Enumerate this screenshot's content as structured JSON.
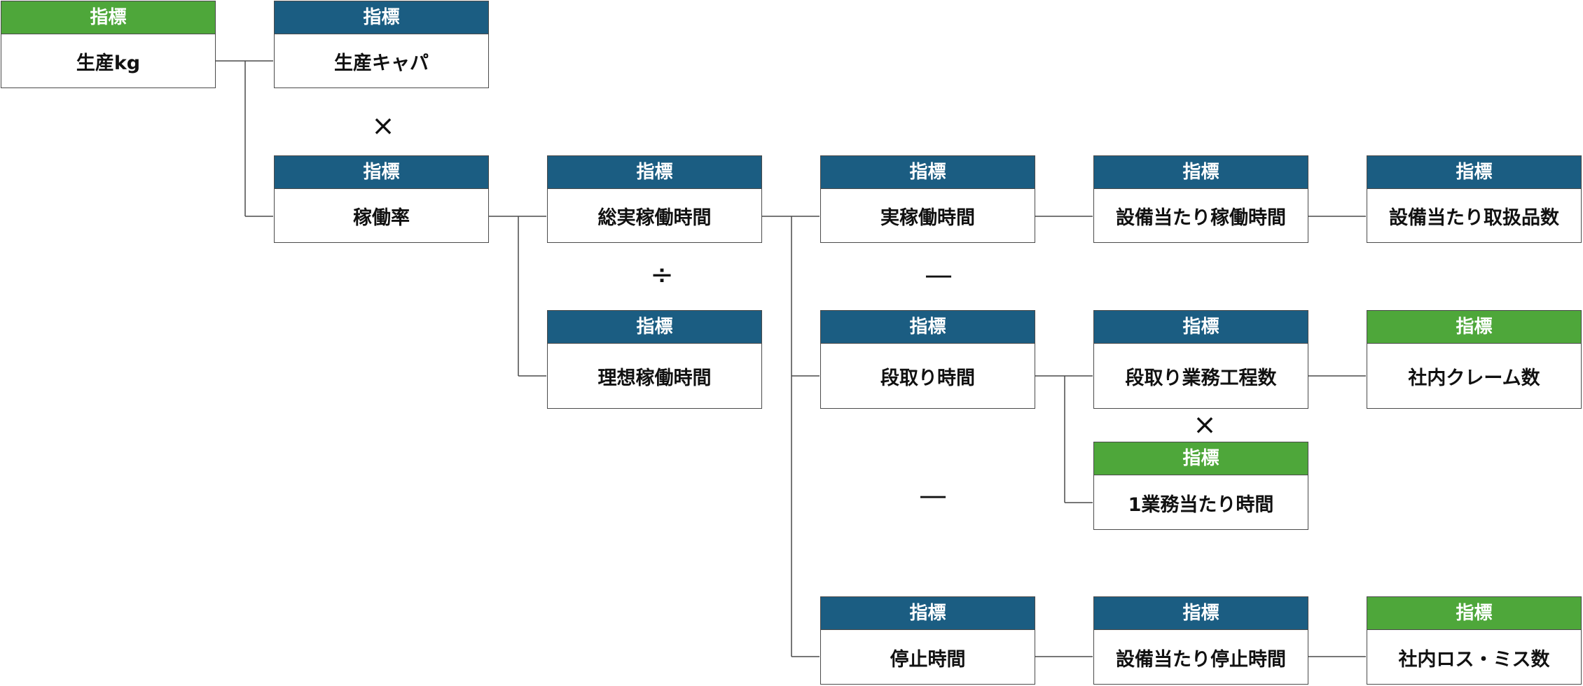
{
  "diagram": {
    "header_label": "指標",
    "nodes": [
      {
        "id": "production-kg",
        "label": "生産kg",
        "header_color": "green"
      },
      {
        "id": "production-capacity",
        "label": "生産キャパ",
        "header_color": "blue"
      },
      {
        "id": "operating-rate",
        "label": "稼働率",
        "header_color": "blue"
      },
      {
        "id": "total-actual-operating-time",
        "label": "総実稼働時間",
        "header_color": "blue"
      },
      {
        "id": "ideal-operating-time",
        "label": "理想稼働時間",
        "header_color": "blue"
      },
      {
        "id": "actual-operating-time",
        "label": "実稼働時間",
        "header_color": "blue"
      },
      {
        "id": "operating-time-per-equipment",
        "label": "設備当たり稼働時間",
        "header_color": "blue"
      },
      {
        "id": "handled-items-per-equipment",
        "label": "設備当たり取扱品数",
        "header_color": "blue"
      },
      {
        "id": "setup-time",
        "label": "段取り時間",
        "header_color": "blue"
      },
      {
        "id": "setup-process-count",
        "label": "段取り業務工程数",
        "header_color": "blue"
      },
      {
        "id": "internal-complaints-1",
        "label": "社内クレーム数",
        "header_color": "green"
      },
      {
        "id": "time-per-task",
        "label": "1業務当たり時間",
        "header_color": "green"
      },
      {
        "id": "downtime",
        "label": "停止時間",
        "header_color": "blue"
      },
      {
        "id": "downtime-per-equipment",
        "label": "設備当たり停止時間",
        "header_color": "blue"
      },
      {
        "id": "internal-loss-errors",
        "label": "社内ロス・ミス数",
        "header_color": "green"
      }
    ],
    "operators": [
      {
        "id": "multiply-capacity-rate",
        "symbol": "×"
      },
      {
        "id": "divide-operating-time",
        "symbol": "÷"
      },
      {
        "id": "minus-setup",
        "symbol": "—"
      },
      {
        "id": "multiply-setup",
        "symbol": "×"
      },
      {
        "id": "minus-downtime",
        "symbol": "—"
      }
    ]
  },
  "colors": {
    "header_blue": "#1b5d82",
    "header_green": "#4ea73a",
    "border": "#4a4a4a",
    "connector": "#4a4a4a",
    "text": "#111111"
  }
}
